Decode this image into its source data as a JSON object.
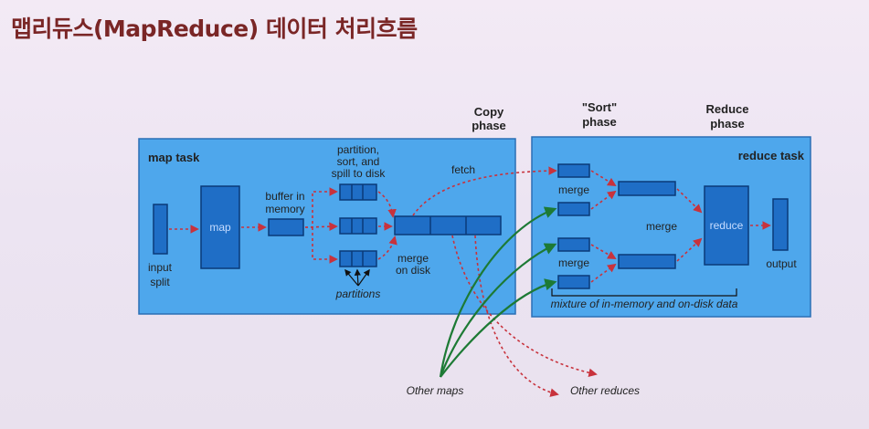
{
  "title": "맵리듀스(MapReduce) 데이터 처리흐름",
  "map_task": {
    "label": "map task",
    "input_label_1": "input",
    "input_label_2": "split",
    "map_label": "map",
    "buffer_label_1": "buffer in",
    "buffer_label_2": "memory",
    "partition_label_1": "partition,",
    "partition_label_2": "sort, and",
    "partition_label_3": "spill to disk",
    "partitions_label": "partitions",
    "merge_disk_label_1": "merge",
    "merge_disk_label_2": "on disk"
  },
  "reduce_task": {
    "label": "reduce task",
    "merge_label_1": "merge",
    "merge_label_2": "merge",
    "merge_label_3": "merge",
    "reduce_label": "reduce",
    "output_label": "output",
    "mixture_label": "mixture of in-memory and on-disk data"
  },
  "phases": {
    "copy_1": "Copy",
    "copy_2": "phase",
    "sort_1": "\"Sort\"",
    "sort_2": "phase",
    "reduce_1": "Reduce",
    "reduce_2": "phase"
  },
  "fetch_label": "fetch",
  "other_maps_label": "Other maps",
  "other_reduces_label": "Other reduces",
  "colors": {
    "title": "#7a2626",
    "panel": "#4ea7ec",
    "block": "#1f6ec6",
    "data_arrow": "#c8323c",
    "other_maps_arrow": "#1d7a35"
  }
}
